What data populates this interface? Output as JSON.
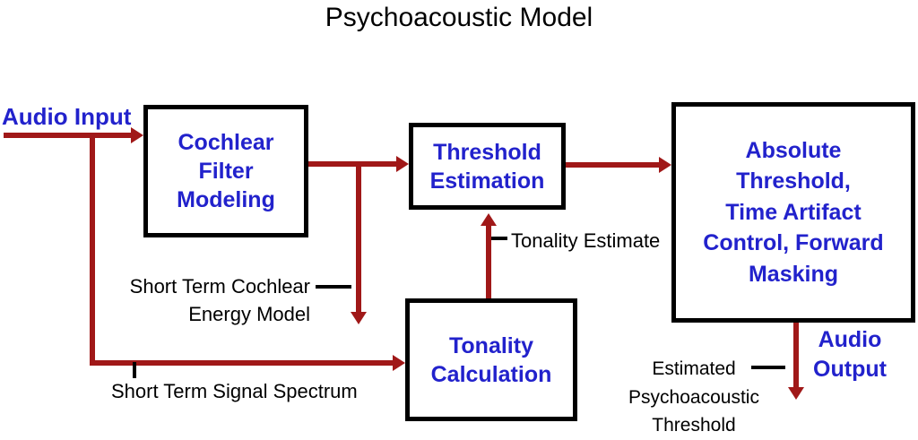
{
  "title": "Psychoacoustic Model",
  "colors": {
    "arrow": "#A01818",
    "border": "#000000",
    "node_text": "#2222CC",
    "label_text": "#000000",
    "background": "#FFFFFF"
  },
  "nodes": {
    "audio_input": {
      "label": "Audio Input"
    },
    "cochlear_filter_modeling": {
      "label": "Cochlear\nFilter\nModeling"
    },
    "threshold_estimation": {
      "label": "Threshold\nEstimation"
    },
    "absolute_threshold": {
      "label": "Absolute\nThreshold,\nTime Artifact\nControl, Forward\nMasking"
    },
    "tonality_calculation": {
      "label": "Tonality\nCalculation"
    },
    "audio_output": {
      "label": "Audio\nOutput"
    }
  },
  "edge_labels": {
    "short_term_cochlear_energy_model": "Short Term Cochlear\nEnergy Model",
    "tonality_estimate": "Tonality Estimate",
    "short_term_signal_spectrum": "Short Term Signal Spectrum",
    "estimated_psychoacoustic_threshold": "Estimated\nPsychoacoustic\nThreshold"
  }
}
